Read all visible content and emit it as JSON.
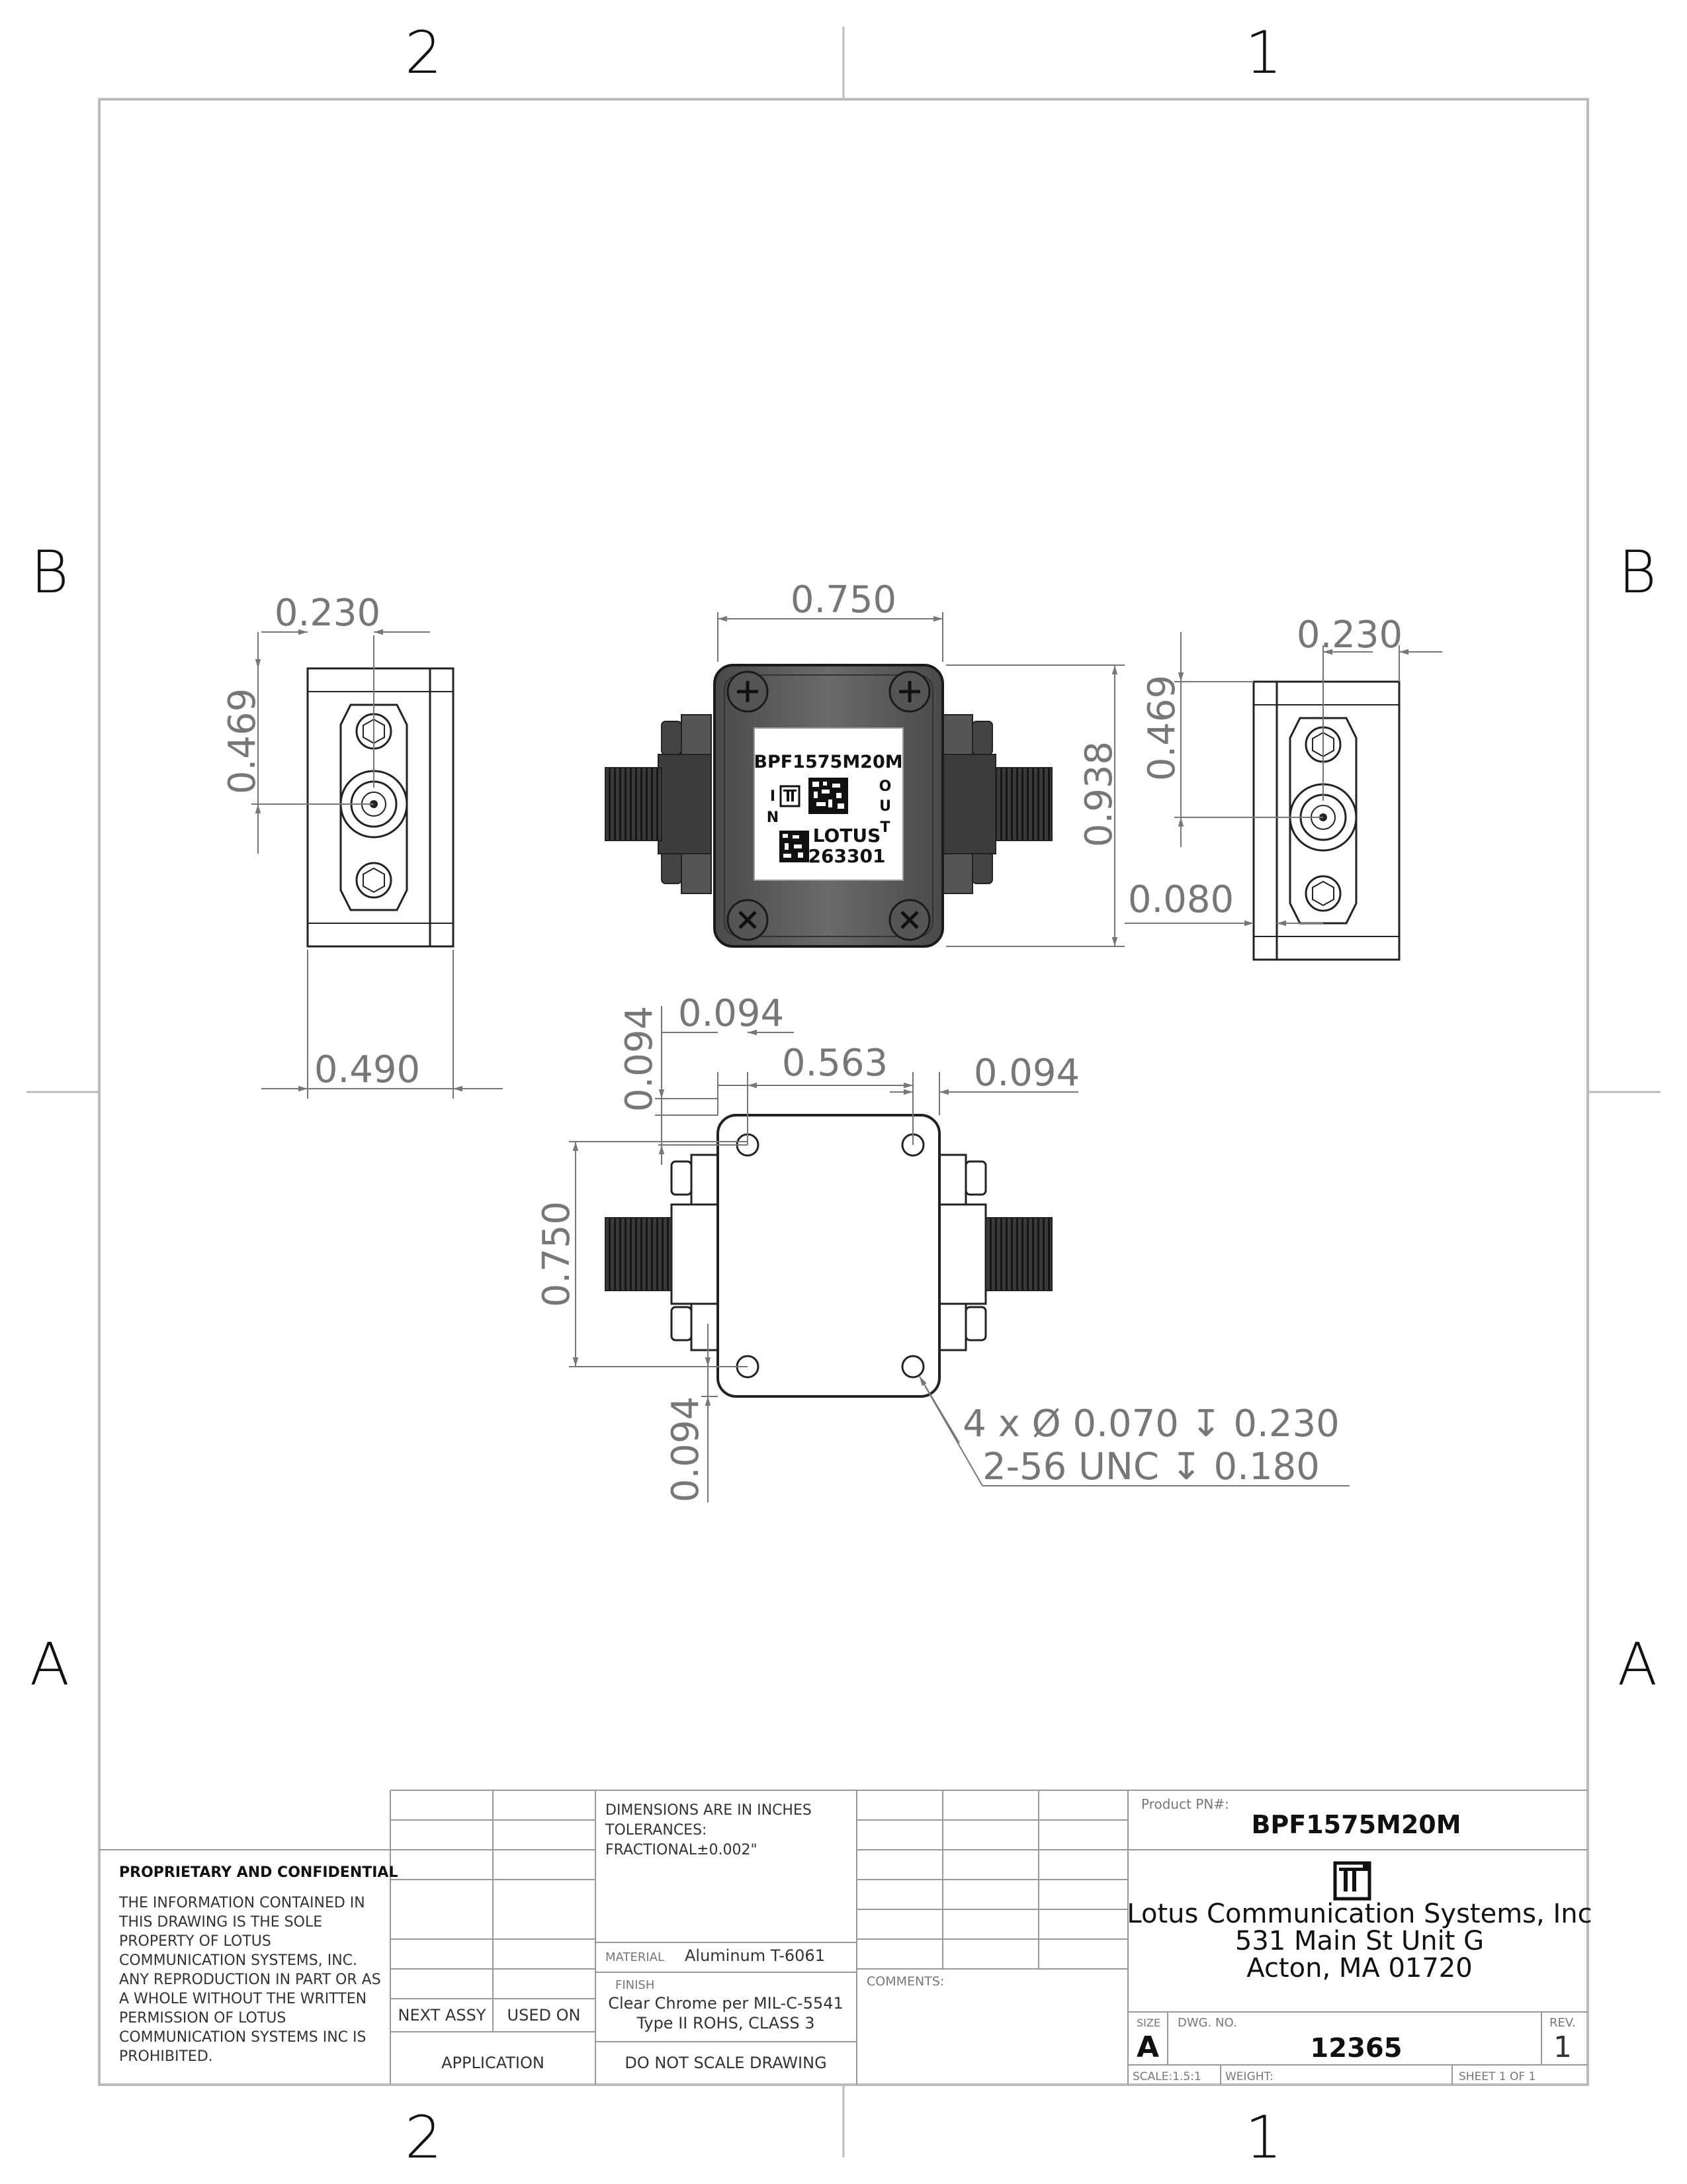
{
  "zones": {
    "top": [
      "2",
      "1"
    ],
    "bottom": [
      "2",
      "1"
    ],
    "left": [
      "B",
      "A"
    ],
    "right": [
      "B",
      "A"
    ]
  },
  "dimensions": {
    "left_view_width": "0.230",
    "left_view_height": "0.469",
    "left_view_depth": "0.490",
    "top_view_width": "0.750",
    "top_view_height": "0.938",
    "right_view_width": "0.230",
    "right_view_height": "0.469",
    "right_view_flange": "0.080",
    "bottom_hole_offset_x": "0.094",
    "bottom_hole_offset_y": "0.094",
    "bottom_hole_spacing": "0.563",
    "bottom_hole_edge_right": "0.094",
    "bottom_height": "0.750",
    "bottom_hole_offset_lower": "0.094"
  },
  "hole_callout": {
    "line1": "4 x Ø 0.070 ↧ 0.230",
    "line2": "2-56 UNC  ↧ 0.180"
  },
  "label": {
    "part_number": "BPF1575M20M",
    "in_letters": [
      "I",
      "N"
    ],
    "out_letters": [
      "O",
      "U",
      "T"
    ],
    "brand": "LOTUS",
    "serial": "263301"
  },
  "title_block": {
    "proprietary_heading": "PROPRIETARY AND CONFIDENTIAL",
    "proprietary_lines": [
      "THE INFORMATION CONTAINED IN",
      "THIS DRAWING IS THE SOLE",
      "PROPERTY OF LOTUS",
      "COMMUNICATION SYSTEMS, INC.",
      "ANY REPRODUCTION IN PART OR AS",
      "A WHOLE WITHOUT THE WRITTEN",
      "PERMISSION OF LOTUS",
      "COMMUNICATION SYSTEMS INC IS",
      "PROHIBITED."
    ],
    "next_assy": "NEXT ASSY",
    "used_on": "USED ON",
    "application": "APPLICATION",
    "dimensions_note": [
      "DIMENSIONS ARE IN INCHES",
      "TOLERANCES:",
      "FRACTIONAL±0.002\""
    ],
    "material_label": "MATERIAL",
    "material_value": "Aluminum T-6061",
    "finish_label": "FINISH",
    "finish_lines": [
      "Clear Chrome per MIL-C-5541",
      "Type II ROHS, CLASS 3"
    ],
    "do_not_scale": "DO  NOT  SCALE  DRAWING",
    "comments_label": "COMMENTS:",
    "product_pn_label": "Product PN#:",
    "product_pn": "BPF1575M20M",
    "company_lines": [
      "Lotus Communication Systems, Inc",
      "531 Main St Unit G",
      "Acton, MA 01720"
    ],
    "size_label": "SIZE",
    "size_value": "A",
    "dwg_no_label": "DWG.  NO.",
    "dwg_no": "12365",
    "rev_label": "REV.",
    "rev_value": "1",
    "scale": "SCALE:1.5:1",
    "weight": "WEIGHT:",
    "sheet": "SHEET 1 OF 1"
  }
}
